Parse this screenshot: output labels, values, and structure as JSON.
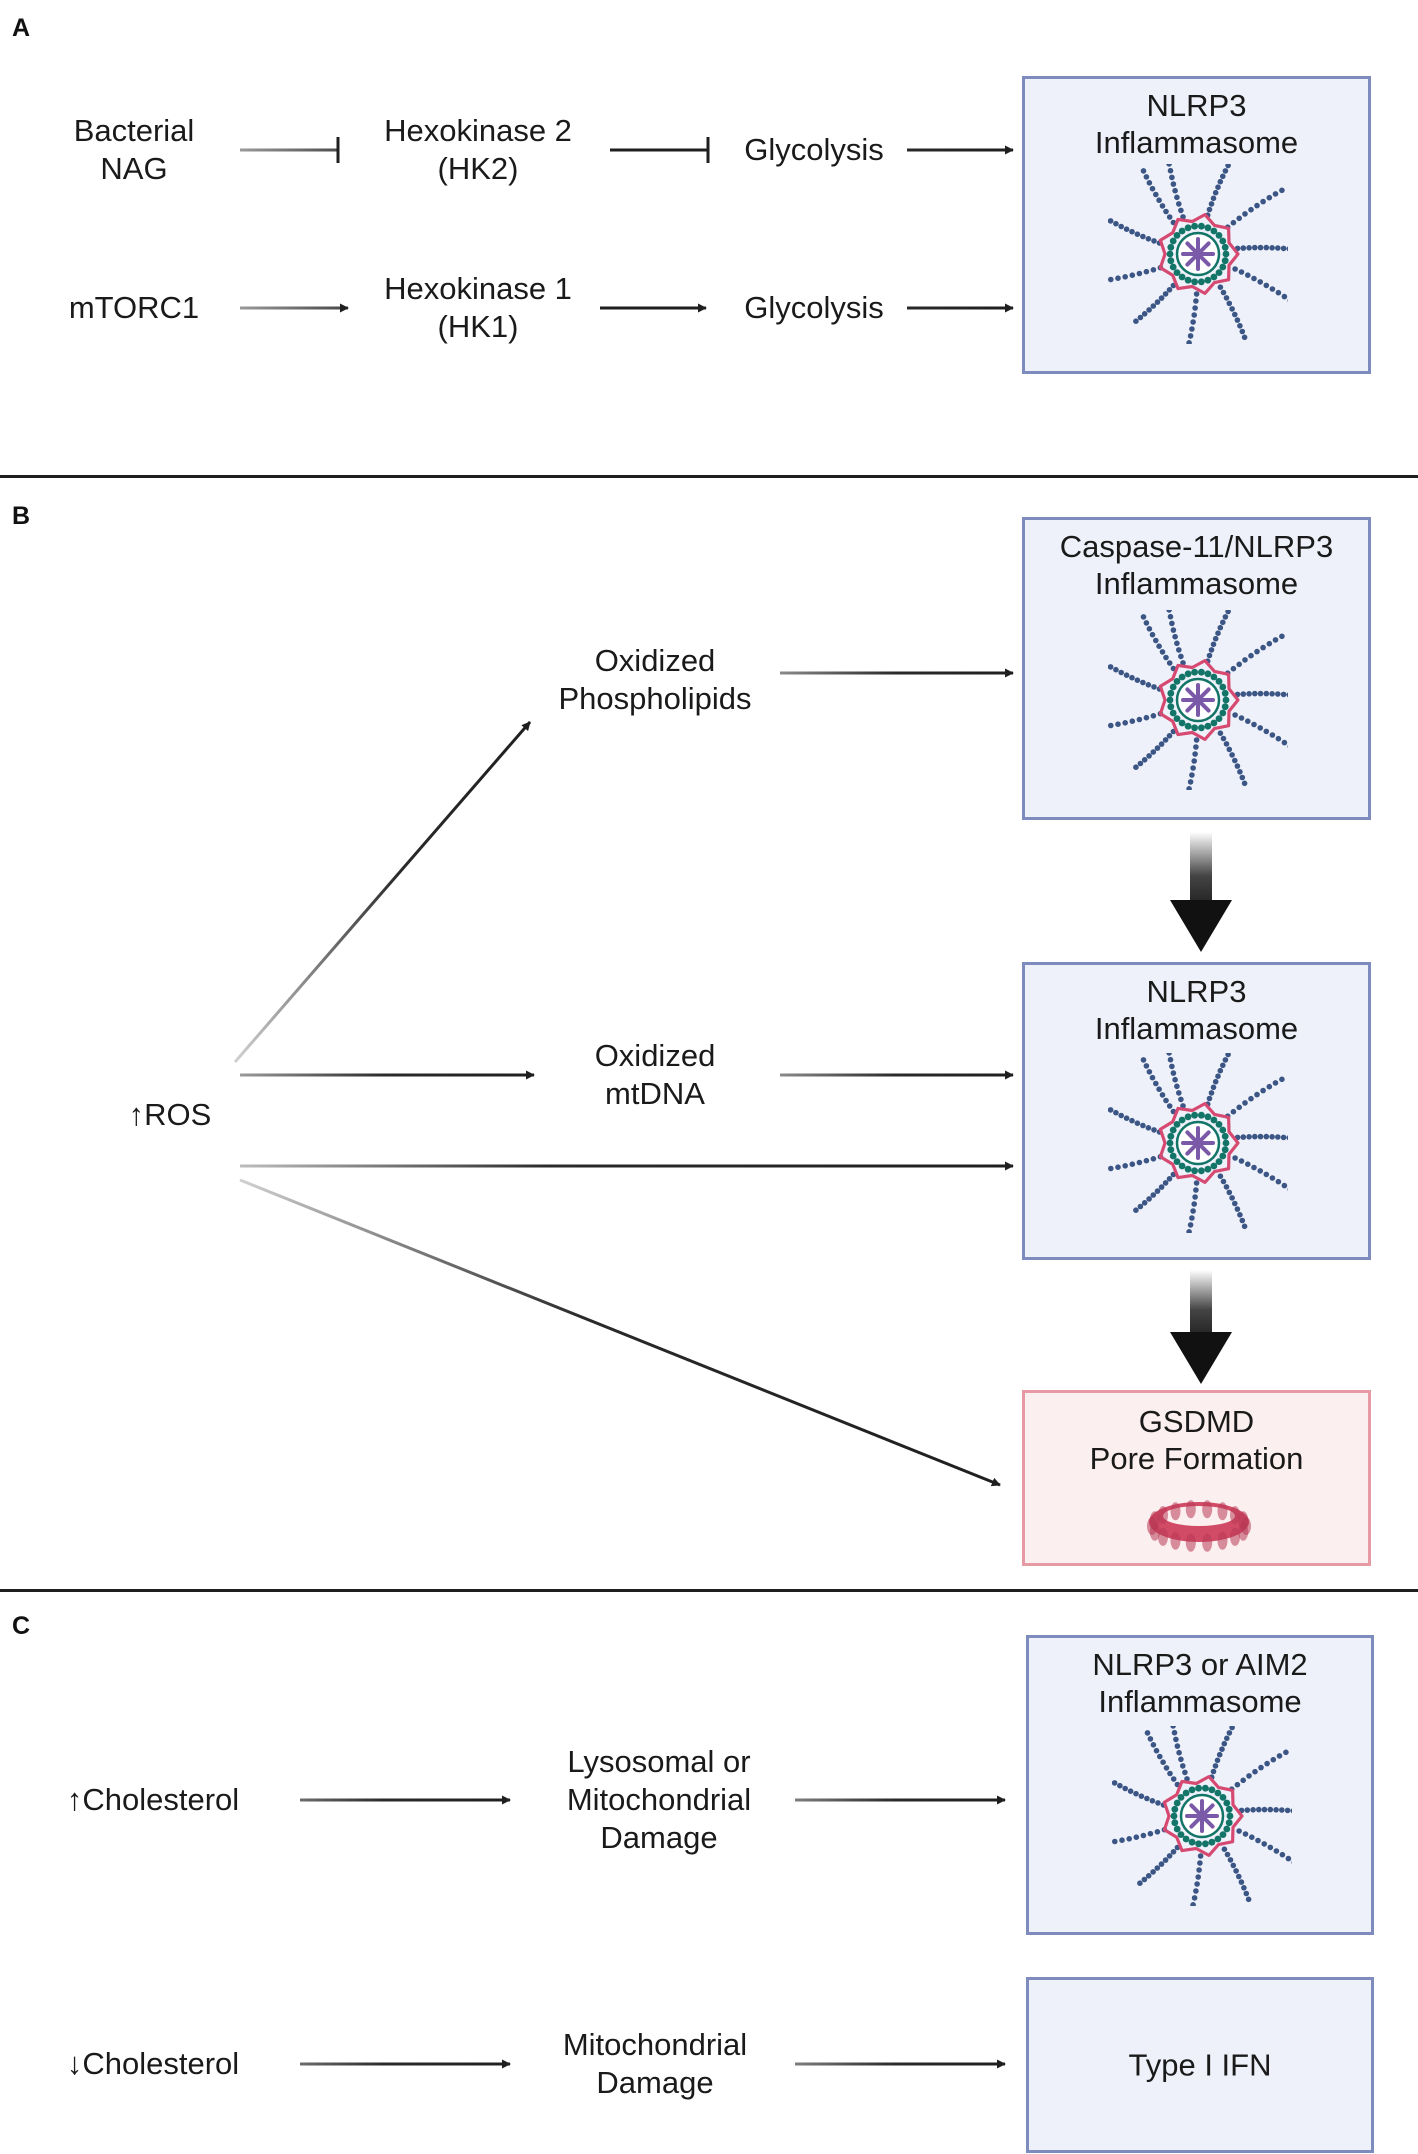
{
  "panels": {
    "a": {
      "label": "A",
      "bacterial_nag": "Bacterial\nNAG",
      "hk2": "Hexokinase 2\n(HK2)",
      "glycolysis_1": "Glycolysis",
      "mtorc1": "mTORC1",
      "hk1": "Hexokinase 1\n(HK1)",
      "glycolysis_2": "Glycolysis",
      "inflammasome": "NLRP3\nInflammasome"
    },
    "b": {
      "label": "B",
      "ros": "↑ROS",
      "oxidized_phospholipids": "Oxidized\nPhospholipids",
      "oxidized_mtdna": "Oxidized\nmtDNA",
      "caspase_inflammasome": "Caspase-11/NLRP3\nInflammasome",
      "nlrp3_inflammasome": "NLRP3\nInflammasome",
      "gsdmd": "GSDMD\nPore Formation"
    },
    "c": {
      "label": "C",
      "up_cholesterol": "↑Cholesterol",
      "lyso_mito_damage": "Lysosomal or\nMitochondrial\nDamage",
      "inflammasome": "NLRP3 or AIM2\nInflammasome",
      "down_cholesterol": "↓Cholesterol",
      "mito_damage": "Mitochondrial\nDamage",
      "type1_ifn": "Type I IFN"
    }
  },
  "colors": {
    "box_border": "#7d8bbd",
    "box_fill": "#eef1f9",
    "pink_border": "#e59aa4",
    "pink_fill": "#fcefef",
    "spoke": "#3b5585",
    "ring_pink": "#d64a72",
    "ring_teal": "#137468",
    "star_purple": "#7a5aa8",
    "pore": "#d14a66",
    "arrow": "#1f1f1f"
  },
  "icons": {
    "inflammasome": "inflammasome-icon",
    "pore": "gsdmd-pore-icon"
  }
}
